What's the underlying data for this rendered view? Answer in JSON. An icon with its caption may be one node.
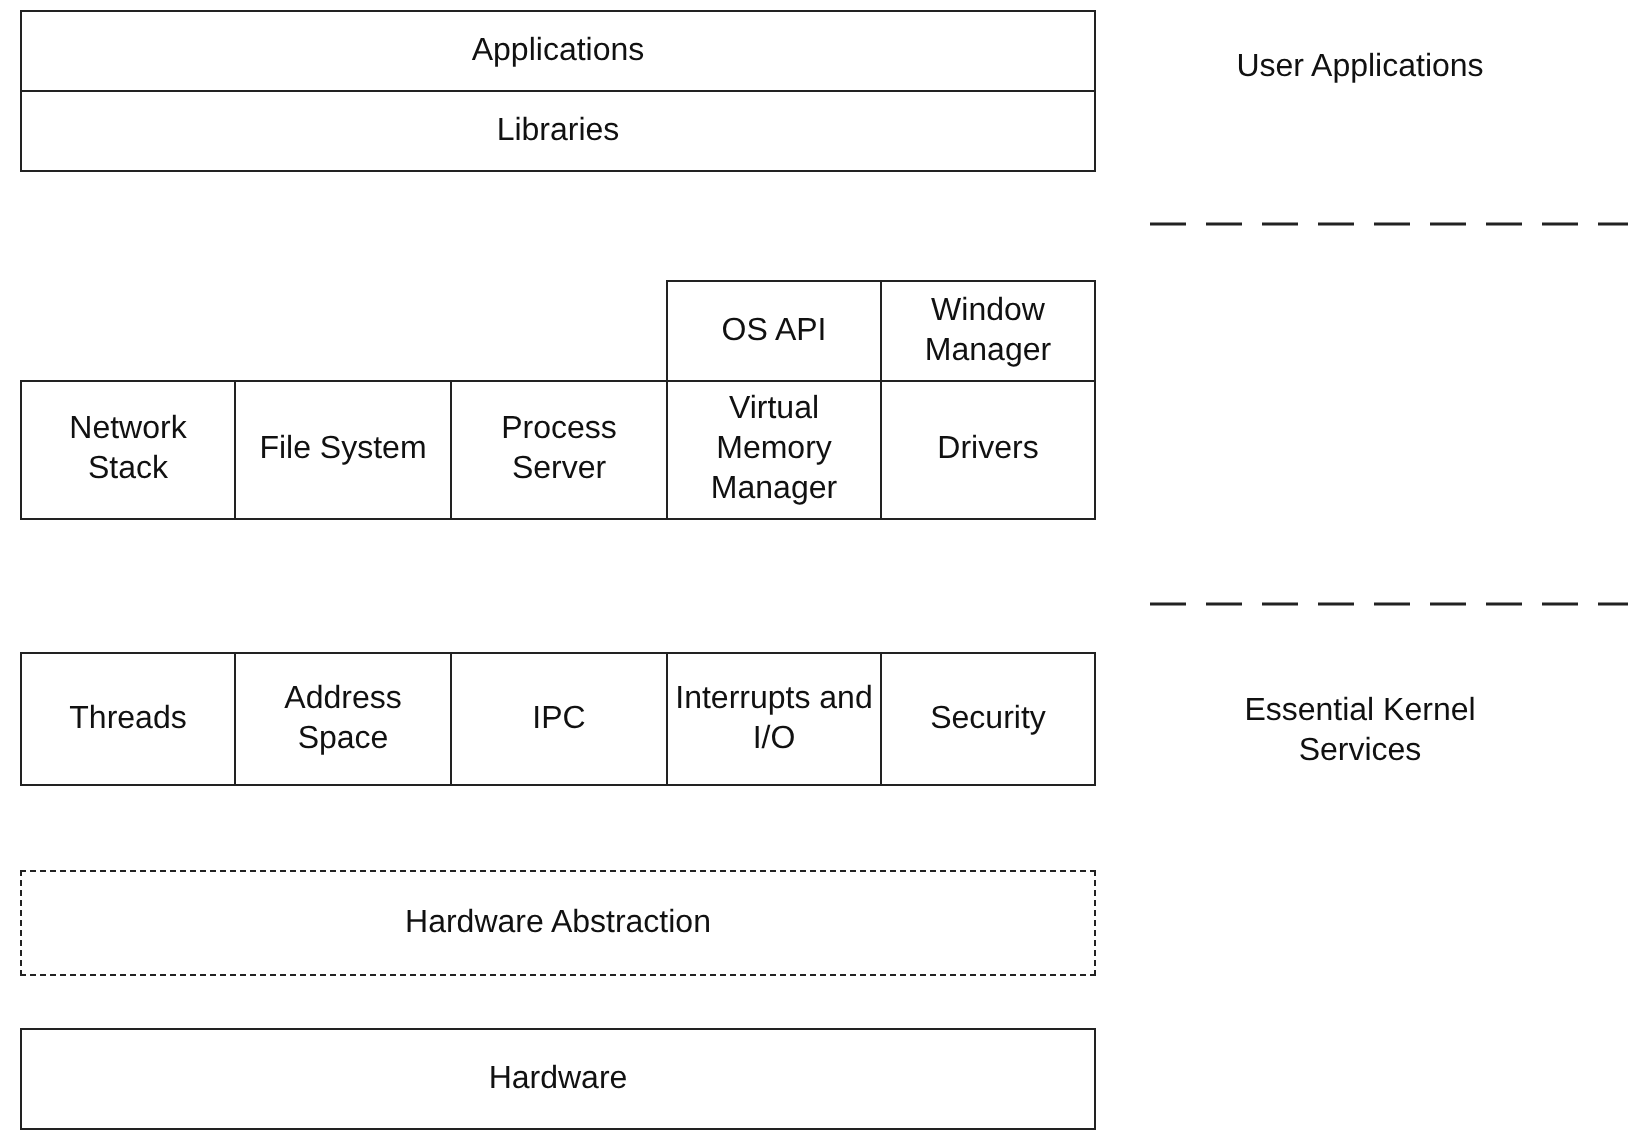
{
  "diagram": {
    "nodes": [
      {
        "text": [
          "Applications"
        ]
      },
      {
        "text": [
          "Libraries"
        ]
      },
      {
        "text": [
          "OS API"
        ]
      },
      {
        "text": [
          "Window Manager"
        ]
      },
      {
        "text": [
          "Network Stack"
        ]
      },
      {
        "text": [
          "File System"
        ]
      },
      {
        "text": [
          "Process Server"
        ]
      },
      {
        "text": [
          "Virtual Memory Manager"
        ]
      },
      {
        "text": [
          "Drivers"
        ]
      },
      {
        "text": [
          "Threads"
        ]
      },
      {
        "text": [
          "Address Space"
        ]
      },
      {
        "text": [
          "IPC"
        ]
      },
      {
        "text": [
          "Interrupts and I/O"
        ]
      },
      {
        "text": [
          "Security"
        ]
      },
      {
        "text": [
          "Hardware Abstraction"
        ]
      },
      {
        "text": [
          "Hardware"
        ]
      }
    ],
    "labels": [
      "User Applications",
      "Essential Kernel Services"
    ]
  }
}
